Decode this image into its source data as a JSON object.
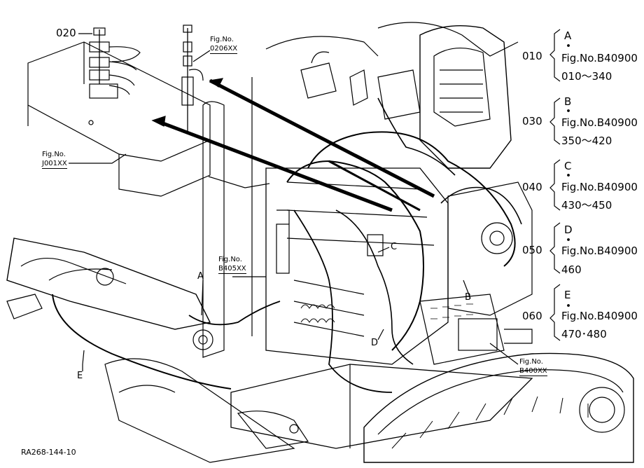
{
  "parts": {
    "p020": "020",
    "fig_0206": {
      "label": "Fig.No.",
      "code": "0206XX"
    },
    "fig_j001": {
      "label": "Fig.No.",
      "code": "J001XX"
    },
    "fig_b405": {
      "label": "Fig.No.",
      "code": "B405XX"
    },
    "fig_b400": {
      "label": "Fig.No.",
      "code": "B400XX"
    }
  },
  "callouts": {
    "a": "A",
    "b": "B",
    "c": "C",
    "d": "D",
    "e": "E"
  },
  "references": [
    {
      "num": "010",
      "letter": "A",
      "fig": "Fig.No.B40900",
      "range": "010～340"
    },
    {
      "num": "030",
      "letter": "B",
      "fig": "Fig.No.B40900",
      "range": "350～420"
    },
    {
      "num": "040",
      "letter": "C",
      "fig": "Fig.No.B40900",
      "range": "430～450"
    },
    {
      "num": "050",
      "letter": "D",
      "fig": "Fig.No.B40900",
      "range": "460"
    },
    {
      "num": "060",
      "letter": "E",
      "fig": "Fig.No.B40900",
      "range": "470･480"
    }
  ],
  "drawing_id": "RA268-144-10"
}
